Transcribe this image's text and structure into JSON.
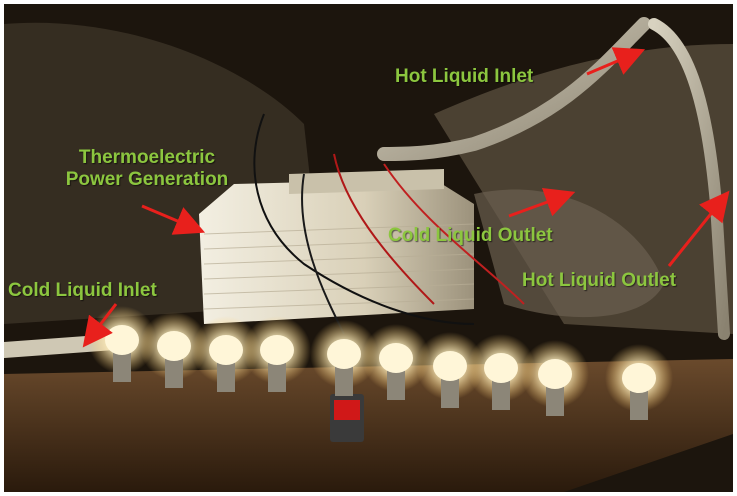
{
  "labels": {
    "hot_liquid_inlet": "Hot Liquid Inlet",
    "thermoelectric_line1": "Thermoelectric",
    "thermoelectric_line2": "Power Generation",
    "cold_liquid_outlet": "Cold Liquid Outlet",
    "cold_liquid_inlet": "Cold Liquid Inlet",
    "hot_liquid_outlet": "Hot Liquid Outlet"
  },
  "colors": {
    "label_text": "#8cc63f",
    "arrow": "#e8201c",
    "bulb_glow": "#fff6d8",
    "tile_stack": "#e9e2d0"
  },
  "icons": {
    "arrow": "red-arrow-icon",
    "bulb": "led-bulb-icon"
  },
  "bulb_count": 10
}
